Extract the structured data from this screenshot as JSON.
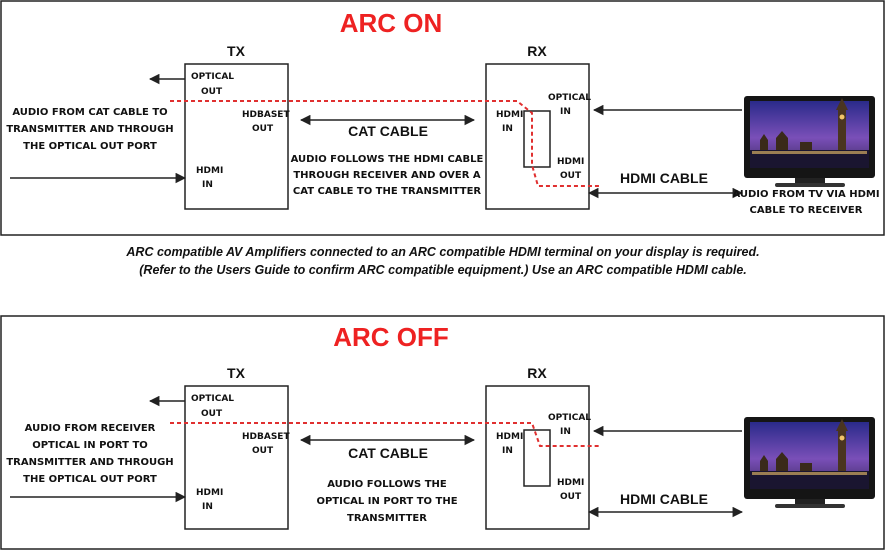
{
  "sections": [
    {
      "title": "ARC ON",
      "tx_label": "TX",
      "rx_label": "RX",
      "tx_ports": {
        "optical_out": [
          "OPTICAL",
          "OUT"
        ],
        "hdbaset_out": [
          "HDBASET",
          "OUT"
        ],
        "hdmi_in": [
          "HDMI",
          "IN"
        ]
      },
      "rx_ports": {
        "hdmi_in": [
          "HDMI",
          "IN"
        ],
        "optical_in": [
          "OPTICAL",
          "IN"
        ],
        "hdmi_out": [
          "HDMI",
          "OUT"
        ]
      },
      "cat_cable": "CAT CABLE",
      "hdmi_cable": "HDMI CABLE",
      "left_note": [
        "AUDIO FROM CAT CABLE TO",
        "TRANSMITTER AND THROUGH",
        "THE OPTICAL OUT PORT"
      ],
      "center_note": [
        "AUDIO FOLLOWS THE HDMI CABLE",
        "THROUGH RECEIVER AND OVER A",
        "CAT CABLE TO THE TRANSMITTER"
      ],
      "right_note": [
        "AUDIO FROM TV VIA HDMI",
        "CABLE TO RECEIVER"
      ]
    },
    {
      "title": "ARC OFF",
      "tx_label": "TX",
      "rx_label": "RX",
      "tx_ports": {
        "optical_out": [
          "OPTICAL",
          "OUT"
        ],
        "hdbaset_out": [
          "HDBASET",
          "OUT"
        ],
        "hdmi_in": [
          "HDMI",
          "IN"
        ]
      },
      "rx_ports": {
        "hdmi_in": [
          "HDMI",
          "IN"
        ],
        "optical_in": [
          "OPTICAL",
          "IN"
        ],
        "hdmi_out": [
          "HDMI",
          "OUT"
        ]
      },
      "cat_cable": "CAT CABLE",
      "hdmi_cable": "HDMI CABLE",
      "left_note": [
        "AUDIO FROM RECEIVER",
        "OPTICAL IN PORT TO",
        "TRANSMITTER AND THROUGH",
        "THE OPTICAL OUT PORT"
      ],
      "center_note": [
        "AUDIO FOLLOWS THE",
        "OPTICAL IN PORT TO THE",
        "TRANSMITTER"
      ],
      "right_note": []
    }
  ],
  "footnote": [
    "ARC compatible AV Amplifiers connected to an ARC compatible HDMI terminal on your display is required.",
    "(Refer to the Users Guide to confirm ARC compatible equipment.) Use an ARC compatible HDMI cable."
  ],
  "colors": {
    "title": "#ee2222",
    "audio_path": "#e03030",
    "line": "#222222"
  }
}
